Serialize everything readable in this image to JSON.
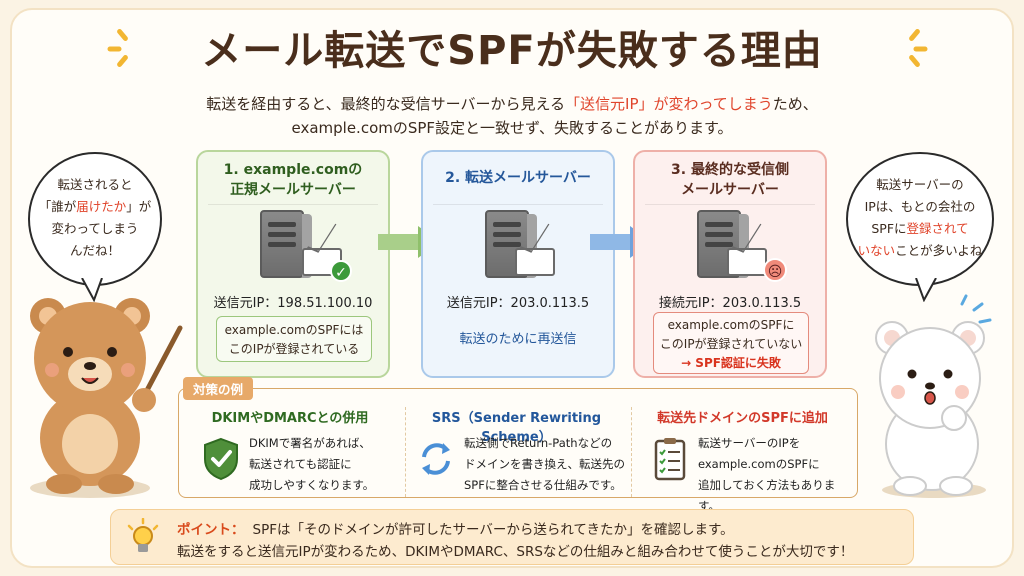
{
  "title": "メール転送でSPFが失敗する理由",
  "intro": {
    "line1_before": "転送を経由すると、最終的な受信サーバーから見える",
    "line1_highlight": "「送信元IP」が変わってしまう",
    "line1_after": "ため、",
    "line2": "example.comのSPF設定と一致せず、失敗することがあります。"
  },
  "cards": {
    "origin": {
      "title_line1": "1. example.comの",
      "title_line2": "正規メールサーバー",
      "ip": "送信元IP：198.51.100.10",
      "note_line1": "example.comのSPFには",
      "note_line2": "このIPが登録されている"
    },
    "forwarder": {
      "title": "2. 転送メールサーバー",
      "ip": "送信元IP：203.0.113.5",
      "note": "転送のために再送信"
    },
    "final": {
      "title_line1": "3. 最終的な受信側",
      "title_line2": "メールサーバー",
      "ip": "接続元IP：203.0.113.5",
      "note_line1": "example.comのSPFに",
      "note_line2": "このIPが登録されていない",
      "note_line3": "→ SPF認証に失敗"
    }
  },
  "bubbles": {
    "left": {
      "line1": "転送されると",
      "line2_before": "「誰が",
      "line2_red": "届けたか",
      "line2_after": "」が",
      "line3": "変わってしまう",
      "line4": "んだね！"
    },
    "right": {
      "line1": "転送サーバーの",
      "line2": "IPは、もとの会社の",
      "line3_before": "SPFに",
      "line3_red": "登録されて",
      "line4_red": "いない",
      "line4_after": "ことが多いよね"
    }
  },
  "countermeasures": {
    "tag": "対策の例",
    "items": [
      {
        "title": "DKIMやDMARCとの併用",
        "lines": [
          "DKIMで署名があれば、",
          "転送されても認証に",
          "成功しやすくなります。"
        ],
        "icon": "shield-check-icon"
      },
      {
        "title": "SRS（Sender Rewriting Scheme）",
        "lines": [
          "転送側でReturn-Pathなどの",
          "ドメインを書き換え、転送先の",
          "SPFに整合させる仕組みです。"
        ],
        "icon": "refresh-arrows-icon"
      },
      {
        "title": "転送先ドメインのSPFに追加",
        "lines": [
          "転送サーバーのIPを",
          "example.comのSPFに",
          "追加しておく方法もあります。"
        ],
        "icon": "checklist-icon"
      }
    ]
  },
  "point": {
    "label": "ポイント：",
    "line1": "SPFは「そのドメインが許可したサーバーから送られてきたか」を確認します。",
    "line2": "転送をすると送信元IPが変わるため、DKIMやDMARC、SRSなどの仕組みと組み合わせて使うことが大切です！"
  },
  "colors": {
    "accent_red": "#e0452c",
    "green": "#3c9a3a",
    "blue": "#24579a",
    "brown": "#4a2e1c"
  }
}
